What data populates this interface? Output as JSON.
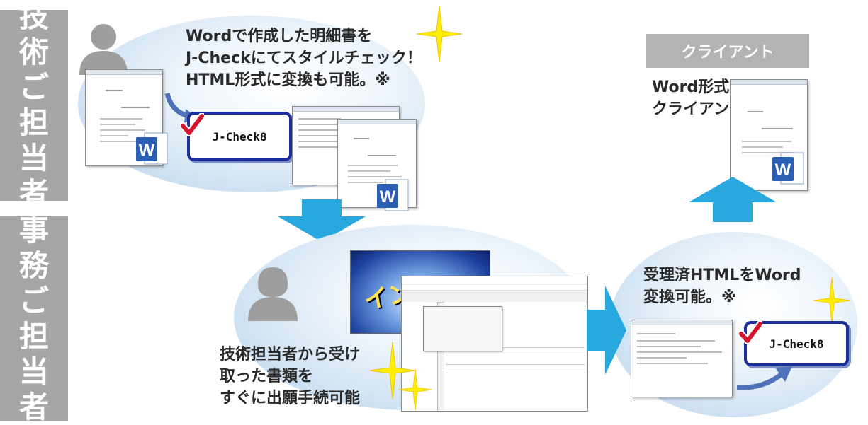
{
  "sections": {
    "engineer_label": "技術ご担当者",
    "office_label": "事務ご担当者"
  },
  "engineer": {
    "text": "Wordで作成した明細書を\nJ-Checkにてスタイルチェック！\nHTML形式に変換も可能。※",
    "jcheck_label": "J-Check8"
  },
  "client": {
    "title": "クライアント",
    "text": "Word形式で\nクライアントへ納品"
  },
  "office": {
    "text": "技術担当者から受け\n取った書類を\nすぐに出願手続可能",
    "right_text": "受理済HTMLをWord\n変換可能。※",
    "jcheck_label": "J-Check8",
    "splash_label": "インタ"
  },
  "colors": {
    "arrow": "#29a8e0",
    "side_label_bg": "#a6a6a6",
    "jcheck_border": "#1a2f9a",
    "check_mark": "#d4142a",
    "sparkle": "#ffee00"
  }
}
